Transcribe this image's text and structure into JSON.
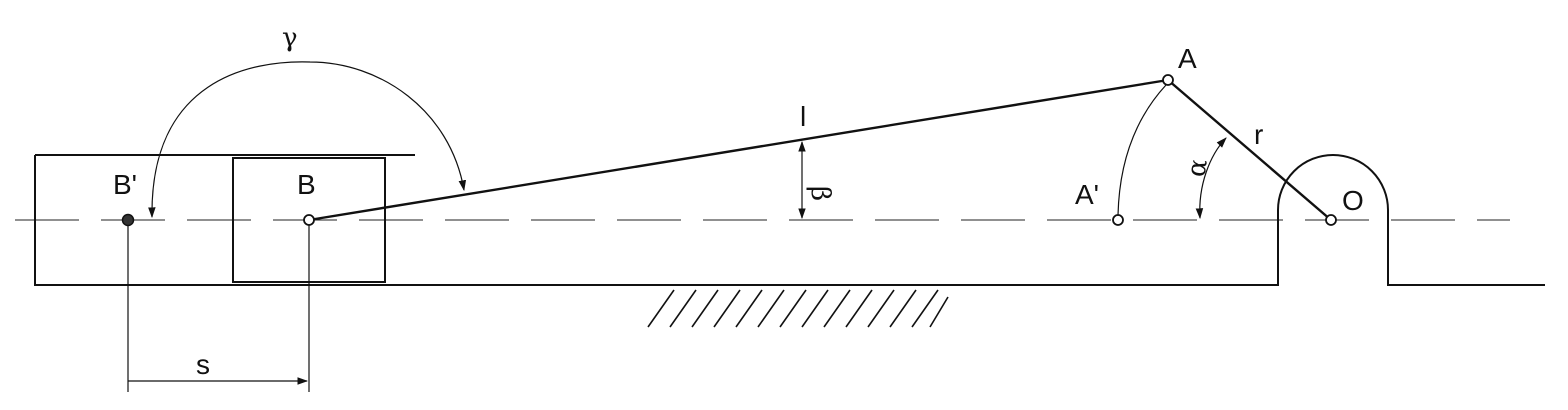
{
  "labels": {
    "gamma": "γ",
    "A": "A",
    "l": "l",
    "r": "r",
    "B_prime": "B'",
    "B": "B",
    "beta": "β",
    "A_prime": "A'",
    "alpha": "α",
    "O": "O",
    "s": "s"
  }
}
